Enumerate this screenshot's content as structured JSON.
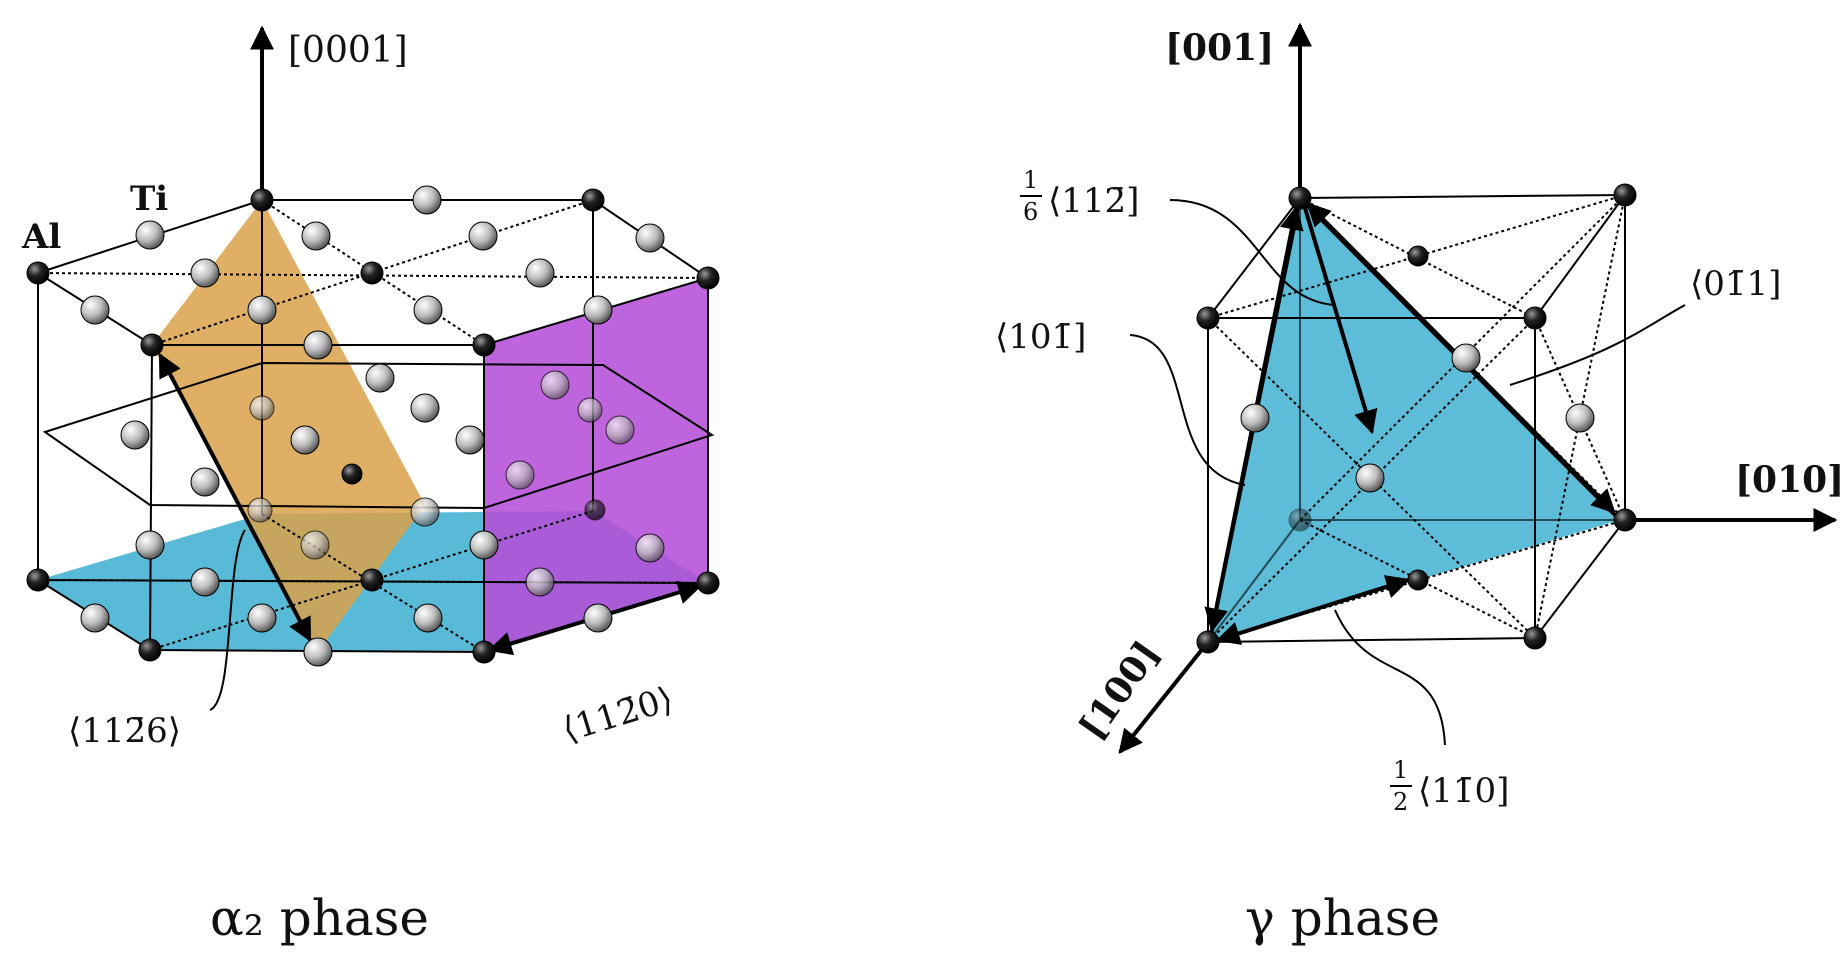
{
  "alpha2": {
    "caption": "α₂ phase",
    "axis_c": "[0001]",
    "atom_ti": "Ti",
    "atom_al": "Al",
    "dir_a": "⟨112̄0⟩",
    "dir_ca": "⟨112̄6⟩"
  },
  "gamma": {
    "caption": "γ phase",
    "axis_z": "[001]",
    "axis_y": "[010]",
    "axis_x": "[100]",
    "dir_partial_num": "1",
    "dir_partial_den": "6",
    "dir_partial": "⟨112̄]",
    "dir_half_num": "1",
    "dir_half_den": "2",
    "dir_half": "⟨11̄0]",
    "dir_super_a": "⟨101̄]",
    "dir_super_b": "⟨01̄1]"
  },
  "colors": {
    "basal_plane": "#4fb6d4",
    "pyramidal_plane": "#d9a14a",
    "prism_plane": "#b54fd8",
    "octahedral_plane": "#4fb6d4",
    "atom_ti": "#bdbdbd",
    "atom_al": "#111111"
  }
}
